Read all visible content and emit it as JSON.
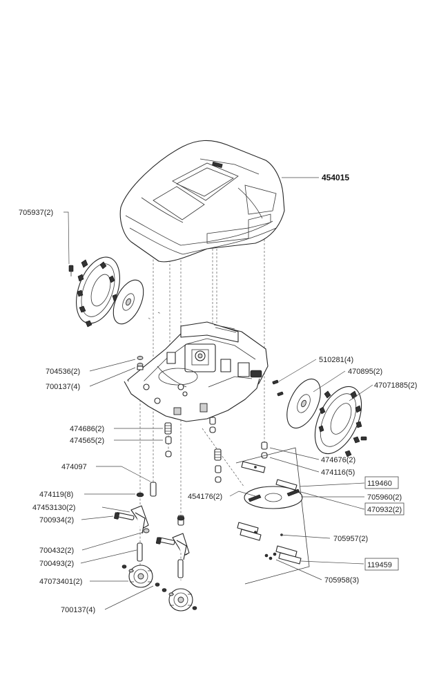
{
  "parts": {
    "p454015": "454015",
    "p705937": "705937(2)",
    "p704536": "704536(2)",
    "p700137_top": "700137(4)",
    "p510281": "510281(4)",
    "p470895": "470895(2)",
    "p47071885": "47071885(2)",
    "p474686": "474686(2)",
    "p474565": "474565(2)",
    "p474097": "474097",
    "p474676": "474676(2)",
    "p474116": "474116(5)",
    "p119460": "119460",
    "p474119": "474119(8)",
    "p454176": "454176(2)",
    "p705960": "705960(2)",
    "p47453130": "47453130(2)",
    "p470932": "470932(2)",
    "p700934": "700934(2)",
    "p705957": "705957(2)",
    "p700432": "700432(2)",
    "p119459": "119459",
    "p700493": "700493(2)",
    "p47073401": "47073401(2)",
    "p705958": "705958(3)",
    "p700137_bottom": "700137(4)"
  }
}
